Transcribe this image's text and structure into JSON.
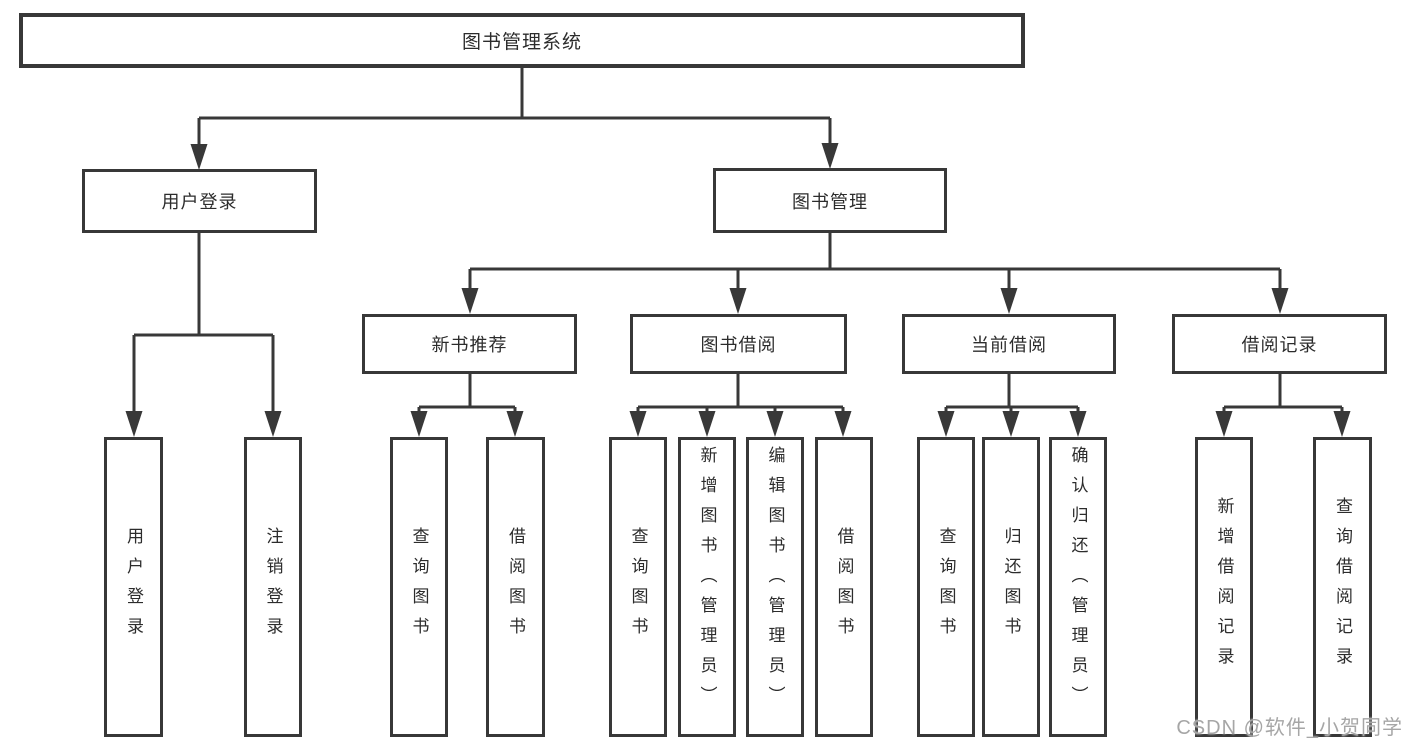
{
  "diagram": {
    "title": "图书管理系统",
    "root": {
      "label": "图书管理系统"
    },
    "level2": [
      {
        "label": "用户登录"
      },
      {
        "label": "图书管理"
      }
    ],
    "level3": [
      {
        "label": "新书推荐"
      },
      {
        "label": "图书借阅"
      },
      {
        "label": "当前借阅"
      },
      {
        "label": "借阅记录"
      }
    ],
    "leaves": {
      "user_login": [
        {
          "label": "用户登录"
        },
        {
          "label": "注销登录"
        }
      ],
      "new_book_recommend": [
        {
          "label": "查询图书"
        },
        {
          "label": "借阅图书"
        }
      ],
      "book_borrow": [
        {
          "label": "查询图书"
        },
        {
          "label": "新增图书（管理员）"
        },
        {
          "label": "编辑图书（管理员）"
        },
        {
          "label": "借阅图书"
        }
      ],
      "current_borrow": [
        {
          "label": "查询图书"
        },
        {
          "label": "归还图书"
        },
        {
          "label": "确认归还（管理员）"
        }
      ],
      "borrow_records": [
        {
          "label": "新增借阅记录"
        },
        {
          "label": "查询借阅记录"
        }
      ]
    }
  },
  "watermark": {
    "text": "CSDN @软件_小贺同学"
  },
  "colors": {
    "line": "#383838",
    "text": "#2c2c2c",
    "watermark": "#a6a6a6",
    "background": "#ffffff"
  }
}
